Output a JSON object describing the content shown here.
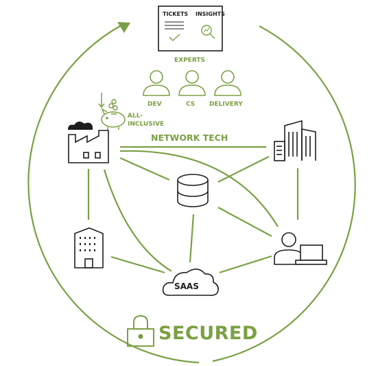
{
  "colors": {
    "accent": "#7aa043",
    "ink": "#1d1d1d"
  },
  "dashboard": {
    "tickets_label": "TICKETS",
    "insights_label": "INSIGHTS",
    "icons": [
      "checklist-icon",
      "magnifier-chart-icon"
    ]
  },
  "experts": {
    "title": "EXPERTS",
    "roles": [
      "DEV",
      "CS",
      "DELIVERY"
    ]
  },
  "pricing": {
    "label_line1": "ALL-",
    "label_line2": "INCLUSIVE"
  },
  "network": {
    "label": "NETWORK TECH"
  },
  "saas": {
    "label": "SAAS"
  },
  "footer": {
    "label": "SECURED"
  },
  "nodes": [
    "factory",
    "office-tower",
    "database",
    "apartment-building",
    "saas-cloud",
    "remote-user"
  ]
}
